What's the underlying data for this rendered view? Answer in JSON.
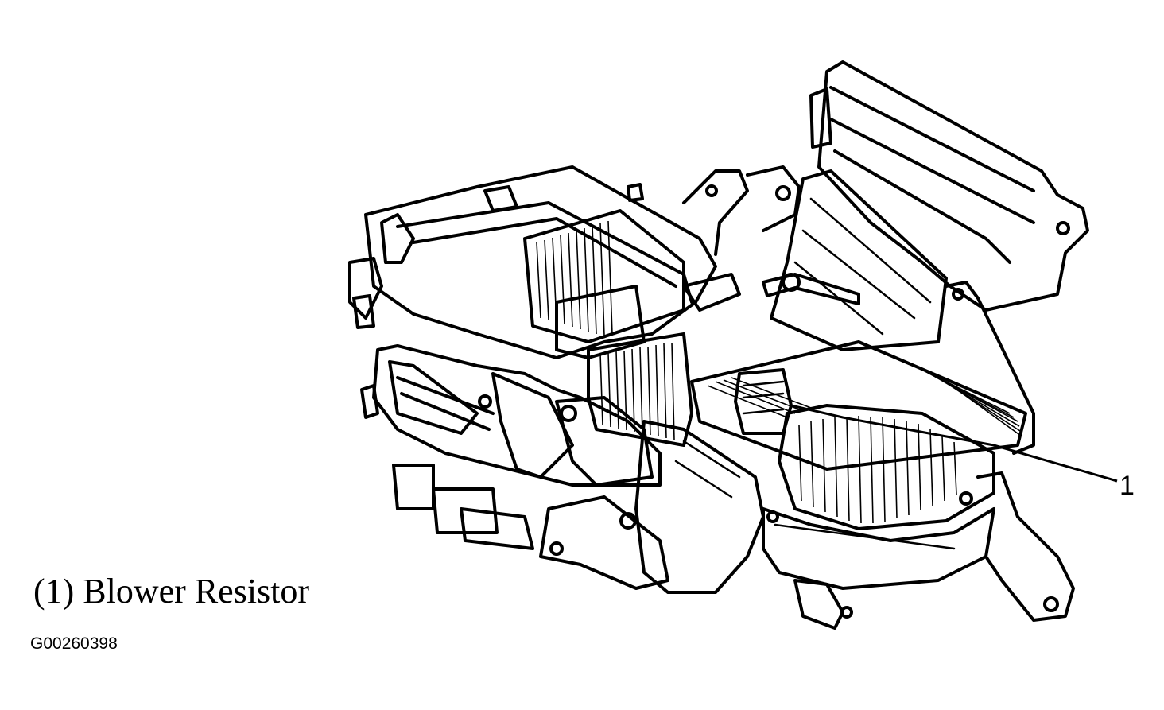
{
  "callout": {
    "number": "1"
  },
  "legend": {
    "caption": "(1) Blower Resistor"
  },
  "figure_code": "G00260398",
  "colors": {
    "ink": "#000000",
    "paper": "#ffffff"
  }
}
